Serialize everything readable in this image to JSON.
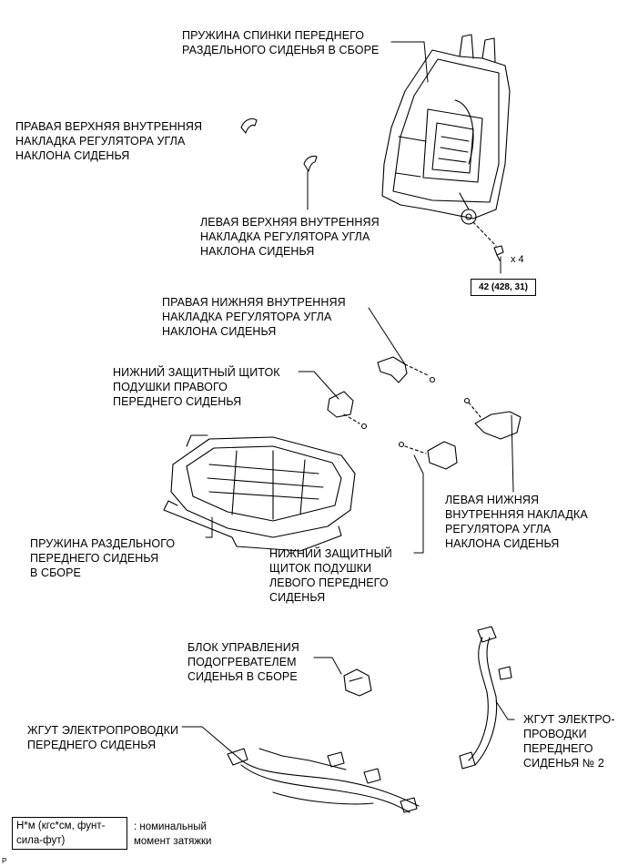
{
  "callouts": {
    "seatback_spring": [
      "ПРУЖИНА СПИНКИ ПЕРЕДНЕГО",
      "РАЗДЕЛЬНОГО СИДЕНЬЯ В СБОРЕ"
    ],
    "rh_upper_cover": [
      "ПРАВАЯ ВЕРХНЯЯ ВНУТРЕННЯЯ",
      "НАКЛАДКА РЕГУЛЯТОРА УГЛА",
      "НАКЛОНА СИДЕНЬЯ"
    ],
    "lh_upper_cover": [
      "ЛЕВАЯ ВЕРХНЯЯ ВНУТРЕННЯЯ",
      "НАКЛАДКА РЕГУЛЯТОРА УГЛА",
      "НАКЛОНА СИДЕНЬЯ"
    ],
    "rh_lower_cover": [
      "ПРАВАЯ НИЖНЯЯ ВНУТРЕННЯЯ",
      "НАКЛАДКА РЕГУЛЯТОРА УГЛА",
      "НАКЛОНА СИДЕНЬЯ"
    ],
    "rh_shield": [
      "НИЖНИЙ ЗАЩИТНЫЙ ЩИТОК",
      "ПОДУШКИ ПРАВОГО",
      "ПЕРЕДНЕГО СИДЕНЬЯ"
    ],
    "lh_lower_cover": [
      "ЛЕВАЯ НИЖНЯЯ",
      "ВНУТРЕННЯЯ НАКЛАДКА",
      "РЕГУЛЯТОРА УГЛА",
      "НАКЛОНА СИДЕНЬЯ"
    ],
    "cushion_spring": [
      "ПРУЖИНА РАЗДЕЛЬНОГО",
      "ПЕРЕДНЕГО СИДЕНЬЯ",
      "В СБОРЕ"
    ],
    "lh_shield": [
      "НИЖНИЙ ЗАЩИТНЫЙ",
      "ЩИТОК ПОДУШКИ",
      "ЛЕВОГО ПЕРЕДНЕГО",
      "СИДЕНЬЯ"
    ],
    "heater_control": [
      "БЛОК УПРАВЛЕНИЯ",
      "ПОДОГРЕВАТЕЛЕМ",
      "СИДЕНЬЯ В СБОРЕ"
    ],
    "wire_harness": [
      "ЖГУТ ЭЛЕКТРОПРОВОДКИ",
      "ПЕРЕДНЕГО СИДЕНЬЯ"
    ],
    "wire_harness_2": [
      "ЖГУТ ЭЛЕКТРО-",
      "ПРОВОДКИ",
      "ПЕРЕДНЕГО",
      "СИДЕНЬЯ № 2"
    ]
  },
  "torque": {
    "value": "42 (428, 31)",
    "quantity": "x 4"
  },
  "legend": {
    "unit_box": [
      "Н*м (кгс*см, фунт-",
      "сила-фут)"
    ],
    "description": [
      ": номинальный",
      "момент затяжки"
    ]
  },
  "corner_mark": "P"
}
